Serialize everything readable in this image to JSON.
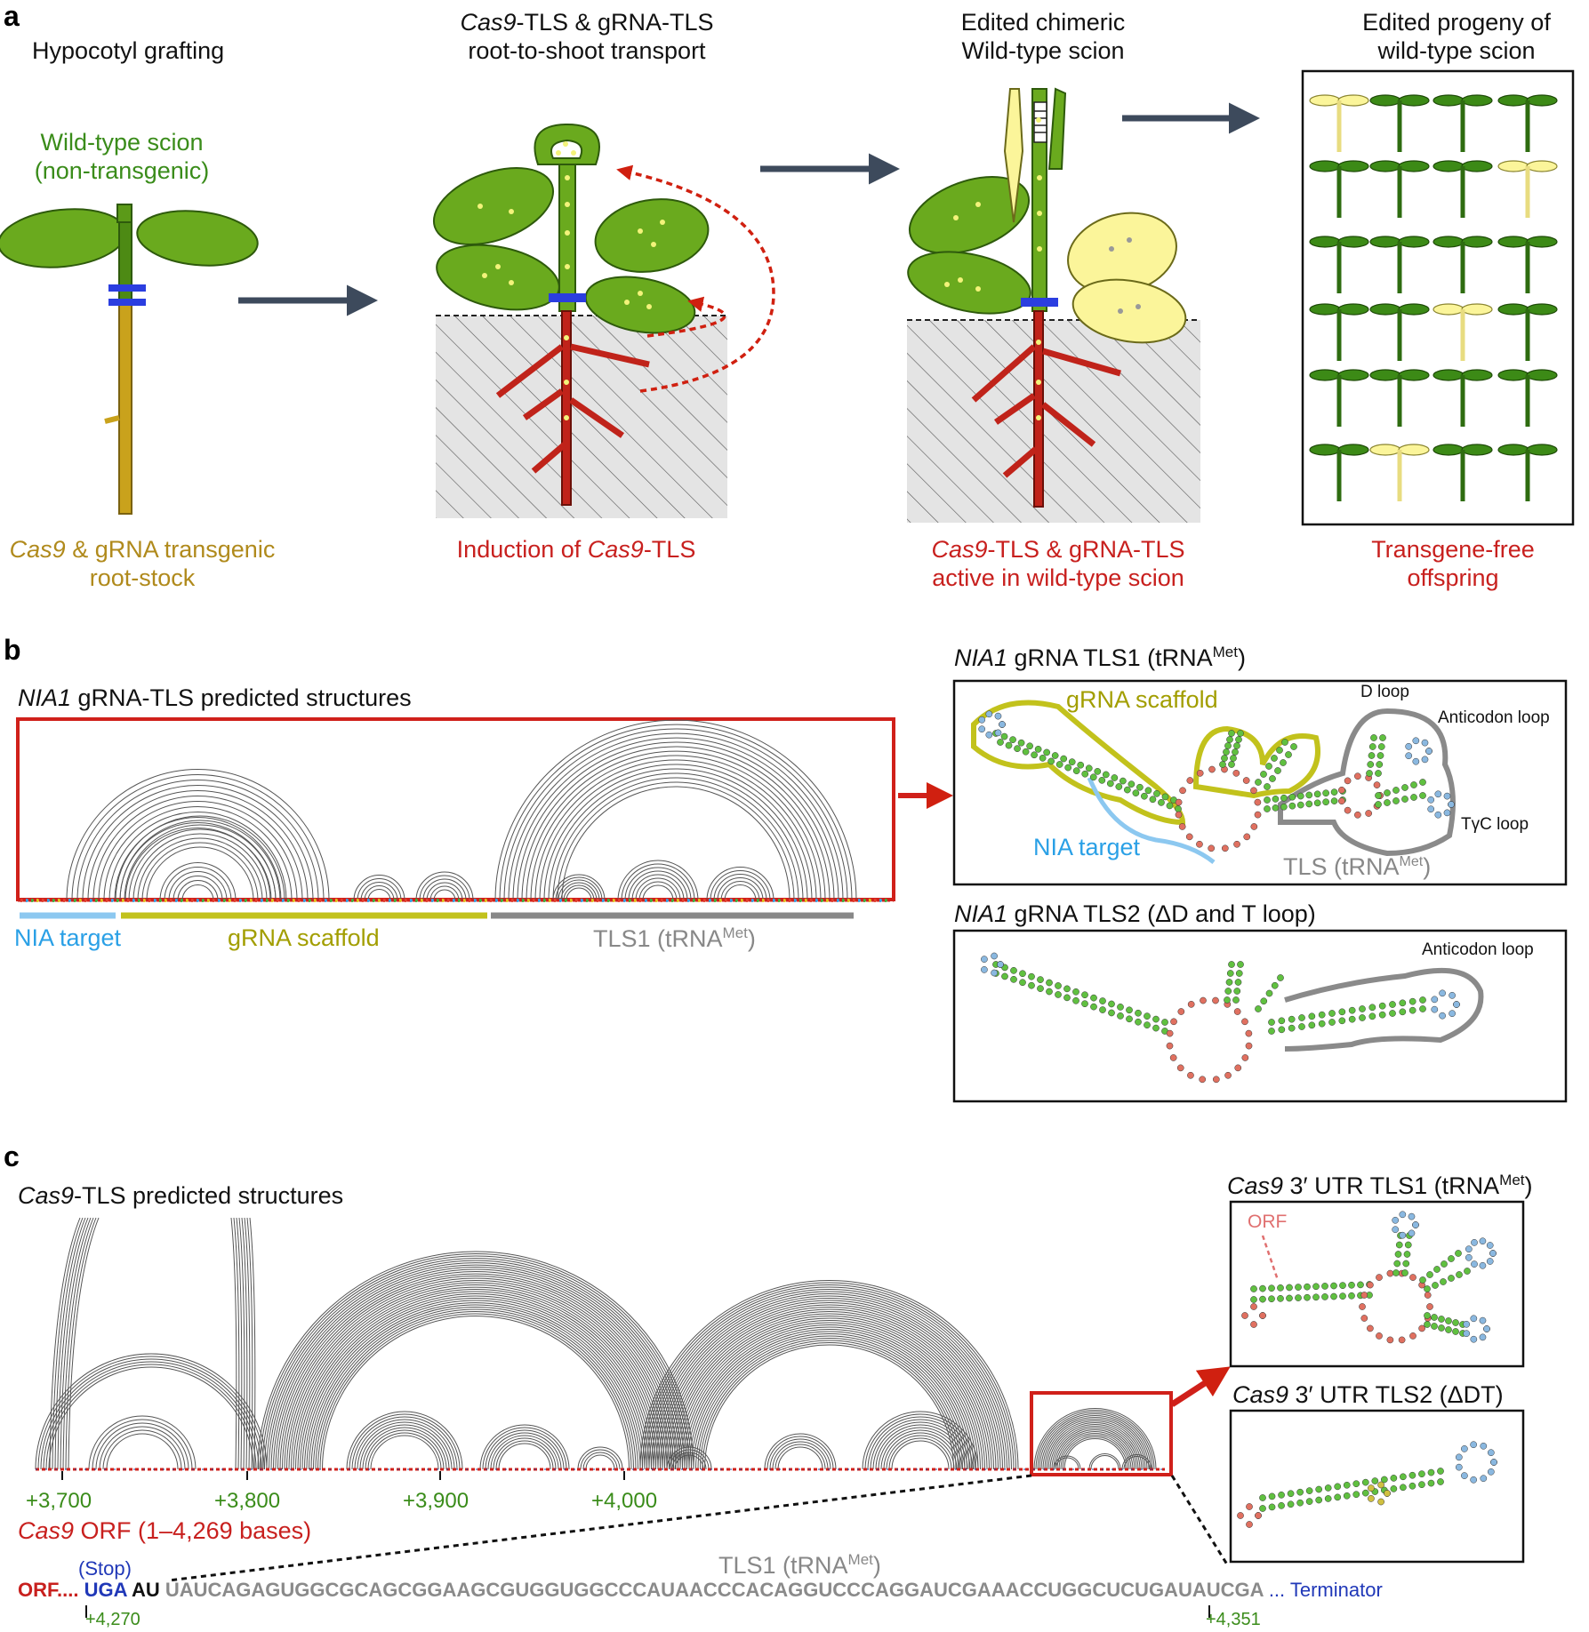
{
  "panel_a": {
    "label": "a",
    "step1": {
      "title": "Hypocotyl grafting",
      "scion_line1": "Wild-type scion",
      "scion_line2": "(non-transgenic)",
      "root_line1_italic": "Cas9",
      "root_line1_rest": " & gRNA transgenic",
      "root_line2": "root-stock"
    },
    "step2": {
      "title_italic": "Cas9",
      "title_line1_rest": "-TLS & gRNA-TLS",
      "title_line2": "root-to-shoot transport",
      "caption_pre": "Induction of ",
      "caption_italic": "Cas9",
      "caption_post": "-TLS"
    },
    "step3": {
      "title_line1": "Edited chimeric",
      "title_line2": "Wild-type scion",
      "caption_italic": "Cas9",
      "caption_line1_rest": "-TLS & gRNA-TLS",
      "caption_line2": "active in wild-type scion"
    },
    "step4": {
      "title_line1": "Edited progeny of",
      "title_line2": "wild-type scion",
      "caption_line1": "Transgene-free",
      "caption_line2": "offspring"
    }
  },
  "panel_b": {
    "label": "b",
    "arc_title_italic": "NIA1",
    "arc_title_rest": " gRNA-TLS predicted structures",
    "seg_nia": "NIA target",
    "seg_scaffold": "gRNA scaffold",
    "seg_tls1": "TLS1 (tRNA",
    "seg_tls1_sup": "Met",
    "seg_tls1_end": ")",
    "tls1_title_italic": "NIA1",
    "tls1_title_rest": " gRNA TLS1 (tRNA",
    "tls1_title_sup": "Met",
    "tls1_title_end": ")",
    "tls1_scaffold": "gRNA scaffold",
    "tls1_nia": "NIA target",
    "tls1_tls": "TLS (tRNA",
    "tls1_tls_sup": "Met",
    "tls1_tls_end": ")",
    "tls1_dloop": "D loop",
    "tls1_anticodon": "Anticodon loop",
    "tls1_tyc": "TγC loop",
    "tls2_title_italic": "NIA1",
    "tls2_title_rest": " gRNA TLS2 (ΔD and T loop)",
    "tls2_anticodon": "Anticodon loop"
  },
  "panel_c": {
    "label": "c",
    "arc_title_italic": "Cas9",
    "arc_title_rest": "-TLS predicted structures",
    "ticks": [
      "+3,700",
      "+3,800",
      "+3,900",
      "+4,000"
    ],
    "orf_italic": "Cas9",
    "orf_rest": " ORF (1–4,269 bases)",
    "utr1_italic": "Cas9",
    "utr1_rest": " 3′ UTR TLS1 (tRNA",
    "utr1_sup": "Met",
    "utr1_end": ")",
    "utr1_orf": "ORF",
    "utr2_italic": "Cas9",
    "utr2_rest": " 3′ UTR TLS2 (ΔDT)",
    "stop": "(Stop)",
    "tls1_seq_label": "TLS1 (tRNA",
    "tls1_seq_sup": "Met",
    "tls1_seq_end": ")",
    "seq_orf": "ORF....",
    "seq_uga": "UGA",
    "seq_au": "AU",
    "seq_main": "UAUCAGAGUGGCGCAGCGGAAGCGUGGUGGCCCAUAACCCACAGGUCCCAGGAUCGAAACCUGGCUCUGAUAUCGA",
    "seq_term": "... Terminator",
    "pos_start": "+4,270",
    "pos_end": "+4,351"
  },
  "colors": {
    "green": "#3a8c1a",
    "red": "#c8201e",
    "gold": "#b08a1c",
    "blue": "#2aa0e6",
    "olive": "#a29e00",
    "gray": "#888888",
    "arrow": "#3d4a5c"
  }
}
